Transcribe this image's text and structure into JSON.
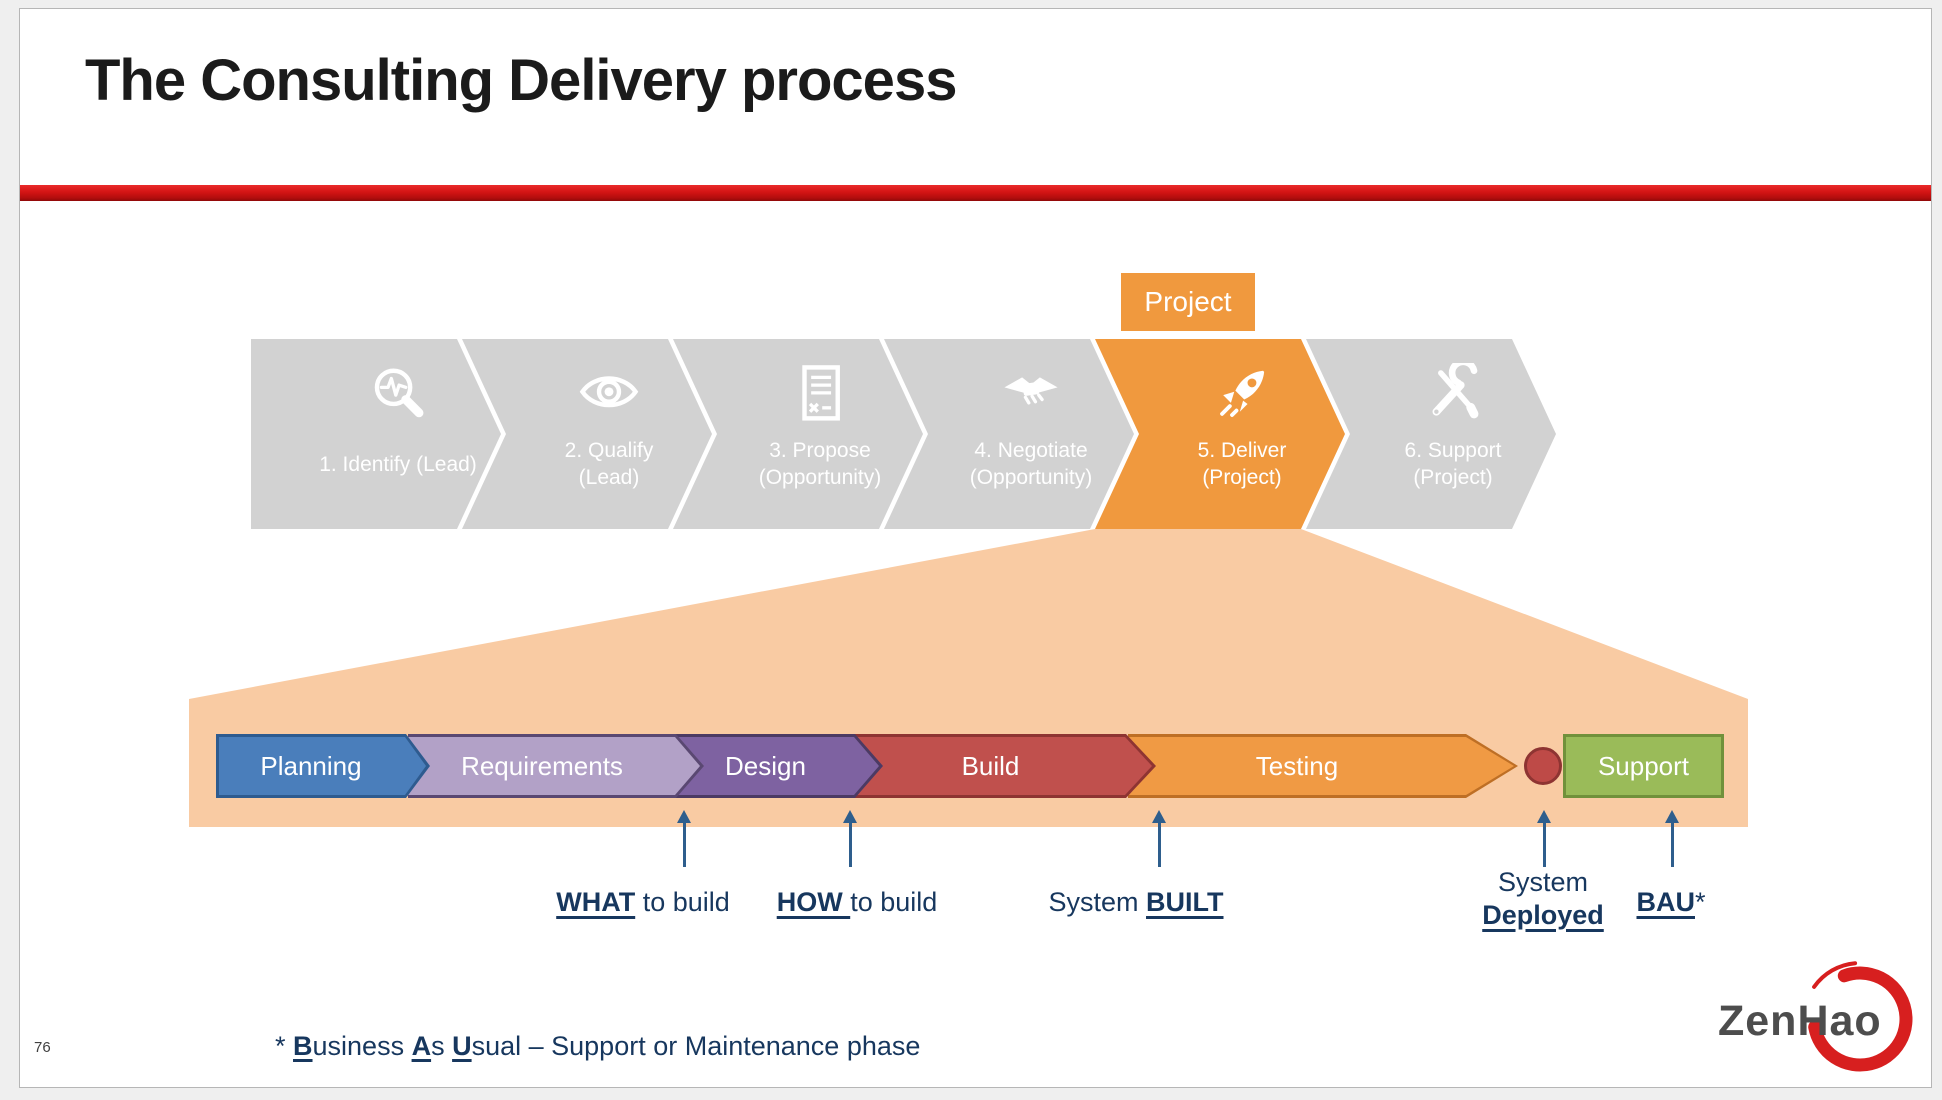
{
  "slide": {
    "title": "The Consulting Delivery process",
    "page_number": "76",
    "footnote": {
      "prefix": "* ",
      "b1": "B",
      "t1": "usiness ",
      "b2": "A",
      "t2": "s ",
      "b3": "U",
      "t3": "sual – Support or Maintenance phase"
    }
  },
  "colors": {
    "accent_red_bar": "#d31414",
    "stage_gray": "#d2d2d2",
    "stage_active_orange": "#f0993e",
    "funnel_peach": "#f9cba3",
    "annotation_navy": "#17375e",
    "arrow_blue": "#2e5e8d",
    "logo_red": "#d71f1f"
  },
  "process": {
    "project_label": "Project",
    "project_tag_fill": "#f0993e",
    "stages": [
      {
        "line1": "1. Identify (Lead)",
        "line2": "",
        "fill": "#d2d2d2"
      },
      {
        "line1": "2. Qualify",
        "line2": "(Lead)",
        "fill": "#d2d2d2"
      },
      {
        "line1": "3. Propose",
        "line2": "(Opportunity)",
        "fill": "#d2d2d2"
      },
      {
        "line1": "4. Negotiate",
        "line2": "(Opportunity)",
        "fill": "#d2d2d2"
      },
      {
        "line1": "5. Deliver",
        "line2": "(Project)",
        "fill": "#f0993e"
      },
      {
        "line1": "6. Support",
        "line2": "(Project)",
        "fill": "#d2d2d2"
      }
    ]
  },
  "delivery": {
    "funnel_fill": "#f9cba3",
    "phases": [
      {
        "label": "Planning",
        "fill": "#4a7ebb",
        "border": "#2e5b8f"
      },
      {
        "label": "Requirements",
        "fill": "#b2a1c7",
        "border": "#5a4872"
      },
      {
        "label": "Design",
        "fill": "#7e62a1",
        "border": "#4c3a63"
      },
      {
        "label": "Build",
        "fill": "#c0504d",
        "border": "#8e3432"
      },
      {
        "label": "Testing",
        "fill": "#f09a44",
        "border": "#be6f25"
      }
    ],
    "milestone_circle": {
      "fill": "#be4a47",
      "border": "#8e3432"
    },
    "support_box": {
      "label": "Support",
      "fill": "#9abb59",
      "border": "#71913b"
    }
  },
  "annotations": {
    "what": {
      "bold": "WHAT",
      "rest": " to build"
    },
    "how": {
      "bold": "HOW ",
      "rest": "to build"
    },
    "built": {
      "prefix": "System ",
      "bold": "BUILT"
    },
    "deployed": {
      "line1": "System",
      "bold": "Deployed"
    },
    "bau": {
      "bold": "BAU",
      "suffix": "*"
    }
  },
  "logo": {
    "text": "ZenHao"
  }
}
